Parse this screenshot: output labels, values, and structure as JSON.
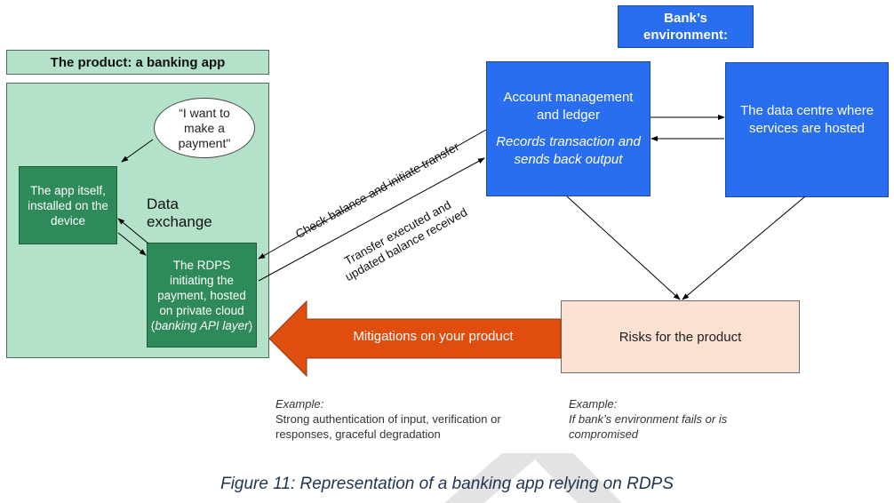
{
  "product": {
    "title": "The product: a banking app",
    "bubble_text": "“I want to make a payment\"",
    "app_box": "The app itself, installed on the device",
    "data_exchange": "Data exchange",
    "rdps_box": {
      "line1": "The RDPS initiating the payment, hosted on private cloud",
      "open_paren": "(",
      "italic": "banking API layer",
      "close_paren": ")"
    }
  },
  "bank": {
    "title": "Bank’s environment:",
    "account_box": {
      "title": "Account management and ledger",
      "subtitle": "Records transaction and sends back output"
    },
    "datacentre_box": "The data centre where services are hosted"
  },
  "flows": {
    "check_balance": "Check balance and initiate transfer",
    "transfer_line1": "Transfer executed and",
    "transfer_line2": "updated balance received"
  },
  "risks": {
    "box": "Risks for the product",
    "mitigation_arrow": "Mitigations on your product",
    "example_mitigation_label": "Example:",
    "example_mitigation_text": "Strong authentication of input, verification or responses, graceful degradation",
    "example_risk_label": "Example:",
    "example_risk_text": "If bank’s environment fails or is compromised"
  },
  "caption": "Figure 11: Representation of a banking app relying on RDPS",
  "colors": {
    "product_bg": "#b4e1c9",
    "green_box": "#2e8a58",
    "bank_blue": "#2a6ef0",
    "risk_bg": "#fbe1d2",
    "mitigation_arrow": "#e04e0f",
    "caption": "#1f3550"
  }
}
